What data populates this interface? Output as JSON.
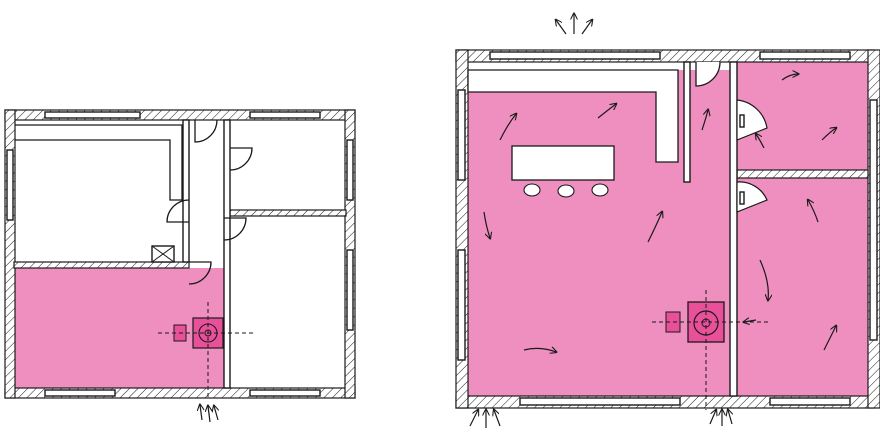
{
  "colors": {
    "heated_fill": "#ee8fbf",
    "stove_fill": "#e8509a",
    "line": "#1a1a1a",
    "background": "#ffffff"
  },
  "plans": [
    {
      "id": "left",
      "description_state": "partially-heated"
    },
    {
      "id": "right",
      "description_state": "fully-heated"
    }
  ],
  "icons": [
    "stove-icon",
    "airflow-arrow-icon",
    "door-swing-icon",
    "wall-hatch"
  ]
}
